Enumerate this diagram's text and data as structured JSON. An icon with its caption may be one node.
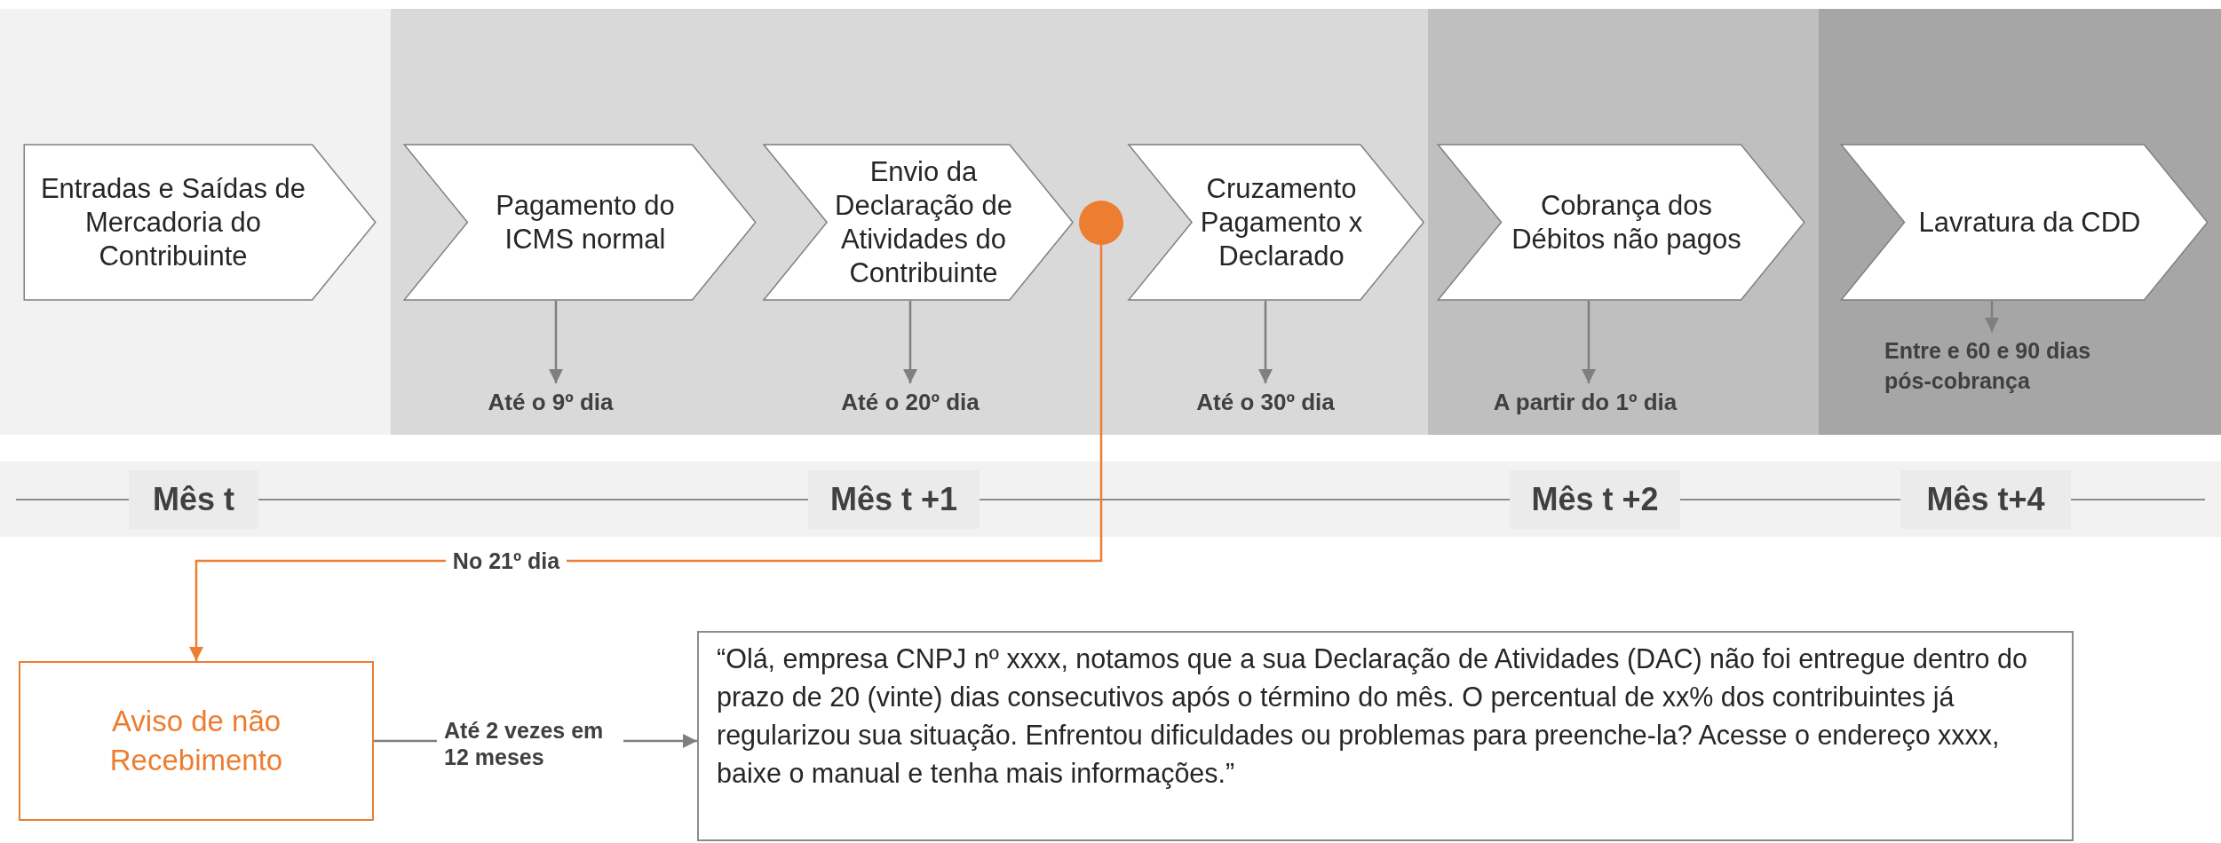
{
  "diagram": {
    "nodes": [
      {
        "text": [
          "Entradas e Saídas de Mercadoria do Contribuinte"
        ]
      },
      {
        "text": [
          "Pagamento do ICMS normal"
        ]
      },
      {
        "text": [
          "Envio da Declaração de Atividades do Contribuinte"
        ]
      },
      {
        "text": [
          "Cruzamento Pagamento x Declarado"
        ]
      },
      {
        "text": [
          "Cobrança dos Débitos não pagos"
        ]
      },
      {
        "text": [
          "Lavratura da CDD"
        ]
      },
      {
        "text": [
          "Até o 9º dia"
        ]
      },
      {
        "text": [
          "Até o 20º dia"
        ]
      },
      {
        "text": [
          "Até o 30º dia"
        ]
      },
      {
        "text": [
          "A partir do 1º dia"
        ]
      },
      {
        "text": [
          "Entre e 60 e 90 dias pós-cobrança"
        ]
      },
      {
        "text": [],
        "shape": "circle"
      },
      {
        "text": [
          "Aviso de não Recebimento"
        ]
      },
      {
        "text": [
          "“Olá, empresa CNPJ nº xxxx, notamos que a sua Declaração de Atividades (DAC) não foi entregue dentro do prazo de 20 (vinte) dias consecutivos após o término do mês. O percentual de xx% dos contribuintes já regularizou sua situação. Enfrentou dificuldades ou problemas para preenche-la? Acesse o endereço xxxx, baixe o manual e tenha mais informações.”"
        ]
      }
    ],
    "edges": [
      {
        "from": 1,
        "to": 6,
        "arrow": "to"
      },
      {
        "from": 2,
        "to": 7,
        "arrow": "to"
      },
      {
        "from": 3,
        "to": 8,
        "arrow": "to"
      },
      {
        "from": 4,
        "to": 9,
        "arrow": "to"
      },
      {
        "from": 5,
        "to": 10,
        "arrow": "to"
      },
      {
        "from": 11,
        "to": 12,
        "arrow": "to",
        "label": "No 21º dia",
        "color": "#ed7d31"
      },
      {
        "from": 12,
        "to": 13,
        "arrow": "to",
        "label": "Até 2 vezes em 12 meses"
      }
    ],
    "labels": [
      "Mês t",
      "Mês t +1",
      "Mês t +2",
      "Mês t+4"
    ]
  }
}
